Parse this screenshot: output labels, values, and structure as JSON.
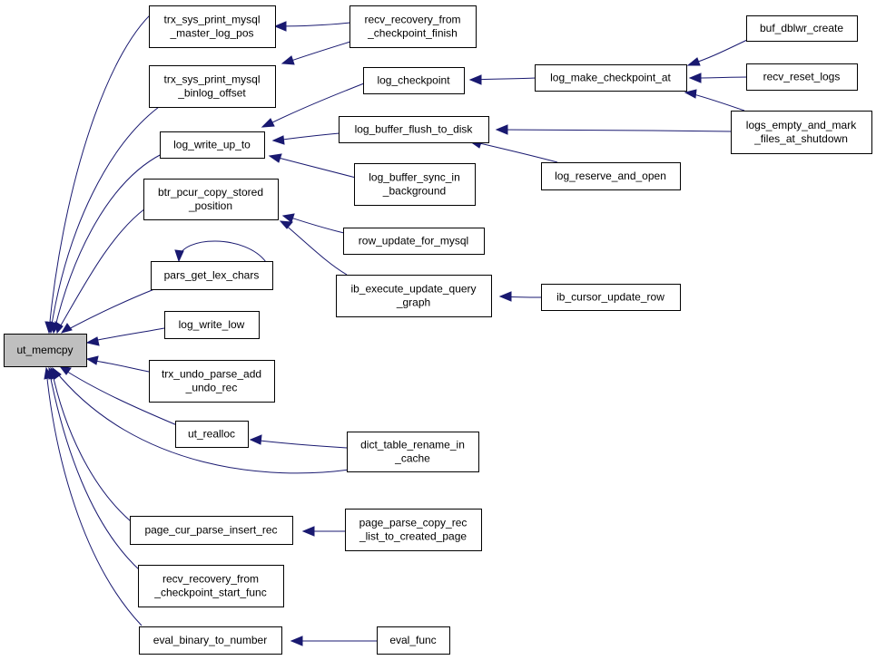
{
  "graph": {
    "nodes": {
      "ut_memcpy": "ut_memcpy",
      "trx_sys_print_mysql_master_log_pos": [
        "trx_sys_print_mysql",
        "_master_log_pos"
      ],
      "trx_sys_print_mysql_binlog_offset": [
        "trx_sys_print_mysql",
        "_binlog_offset"
      ],
      "log_write_up_to": "log_write_up_to",
      "btr_pcur_copy_stored_position": [
        "btr_pcur_copy_stored",
        "_position"
      ],
      "pars_get_lex_chars": "pars_get_lex_chars",
      "log_write_low": "log_write_low",
      "trx_undo_parse_add_undo_rec": [
        "trx_undo_parse_add",
        "_undo_rec"
      ],
      "ut_realloc": "ut_realloc",
      "page_cur_parse_insert_rec": "page_cur_parse_insert_rec",
      "recv_recovery_from_checkpoint_start_func": [
        "recv_recovery_from",
        "_checkpoint_start_func"
      ],
      "eval_binary_to_number": "eval_binary_to_number",
      "recv_recovery_from_checkpoint_finish": [
        "recv_recovery_from",
        "_checkpoint_finish"
      ],
      "log_checkpoint": "log_checkpoint",
      "log_buffer_flush_to_disk": "log_buffer_flush_to_disk",
      "log_buffer_sync_in_background": [
        "log_buffer_sync_in",
        "_background"
      ],
      "row_update_for_mysql": "row_update_for_mysql",
      "ib_execute_update_query_graph": [
        "ib_execute_update_query",
        "_graph"
      ],
      "dict_table_rename_in_cache": [
        "dict_table_rename_in",
        "_cache"
      ],
      "page_parse_copy_rec_list_to_created_page": [
        "page_parse_copy_rec",
        "_list_to_created_page"
      ],
      "eval_func": "eval_func",
      "log_make_checkpoint_at": "log_make_checkpoint_at",
      "log_reserve_and_open": "log_reserve_and_open",
      "ib_cursor_update_row": "ib_cursor_update_row",
      "buf_dblwr_create": "buf_dblwr_create",
      "recv_reset_logs": "recv_reset_logs",
      "logs_empty_and_mark_files_at_shutdown": [
        "logs_empty_and_mark",
        "_files_at_shutdown"
      ]
    },
    "edges": [
      [
        "trx_sys_print_mysql_master_log_pos",
        "ut_memcpy"
      ],
      [
        "trx_sys_print_mysql_binlog_offset",
        "ut_memcpy"
      ],
      [
        "log_write_up_to",
        "ut_memcpy"
      ],
      [
        "btr_pcur_copy_stored_position",
        "ut_memcpy"
      ],
      [
        "pars_get_lex_chars",
        "ut_memcpy"
      ],
      [
        "log_write_low",
        "ut_memcpy"
      ],
      [
        "trx_undo_parse_add_undo_rec",
        "ut_memcpy"
      ],
      [
        "ut_realloc",
        "ut_memcpy"
      ],
      [
        "dict_table_rename_in_cache",
        "ut_memcpy"
      ],
      [
        "page_cur_parse_insert_rec",
        "ut_memcpy"
      ],
      [
        "recv_recovery_from_checkpoint_start_func",
        "ut_memcpy"
      ],
      [
        "eval_binary_to_number",
        "ut_memcpy"
      ],
      [
        "recv_recovery_from_checkpoint_finish",
        "trx_sys_print_mysql_master_log_pos"
      ],
      [
        "recv_recovery_from_checkpoint_finish",
        "trx_sys_print_mysql_binlog_offset"
      ],
      [
        "log_checkpoint",
        "log_write_up_to"
      ],
      [
        "log_buffer_flush_to_disk",
        "log_write_up_to"
      ],
      [
        "log_buffer_sync_in_background",
        "log_write_up_to"
      ],
      [
        "row_update_for_mysql",
        "btr_pcur_copy_stored_position"
      ],
      [
        "ib_execute_update_query_graph",
        "btr_pcur_copy_stored_position"
      ],
      [
        "pars_get_lex_chars",
        "pars_get_lex_chars"
      ],
      [
        "dict_table_rename_in_cache",
        "ut_realloc"
      ],
      [
        "page_parse_copy_rec_list_to_created_page",
        "page_cur_parse_insert_rec"
      ],
      [
        "eval_func",
        "eval_binary_to_number"
      ],
      [
        "log_make_checkpoint_at",
        "log_checkpoint"
      ],
      [
        "logs_empty_and_mark_files_at_shutdown",
        "log_buffer_flush_to_disk"
      ],
      [
        "log_reserve_and_open",
        "log_buffer_flush_to_disk"
      ],
      [
        "ib_cursor_update_row",
        "ib_execute_update_query_graph"
      ],
      [
        "buf_dblwr_create",
        "log_make_checkpoint_at"
      ],
      [
        "recv_reset_logs",
        "log_make_checkpoint_at"
      ],
      [
        "logs_empty_and_mark_files_at_shutdown",
        "log_make_checkpoint_at"
      ]
    ],
    "colors": {
      "edge": "#191970",
      "root_fill": "#bfbfbf",
      "node_fill": "#ffffff",
      "node_border": "#000000"
    }
  }
}
